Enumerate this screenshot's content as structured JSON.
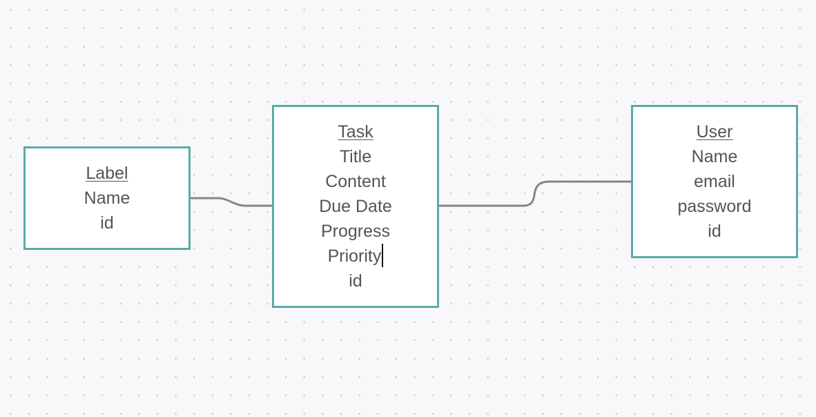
{
  "entities": {
    "label": {
      "title": "Label",
      "fields": [
        "Name",
        "id"
      ]
    },
    "task": {
      "title": "Task",
      "fields": [
        "Title",
        "Content",
        "Due Date",
        "Progress",
        "Priority",
        "id"
      ]
    },
    "user": {
      "title": "User",
      "fields": [
        "Name",
        "email",
        "password",
        "id"
      ]
    }
  },
  "colors": {
    "border": "#5aaba5",
    "connector": "#858585",
    "text": "#545454",
    "background": "#f8f8fa"
  }
}
